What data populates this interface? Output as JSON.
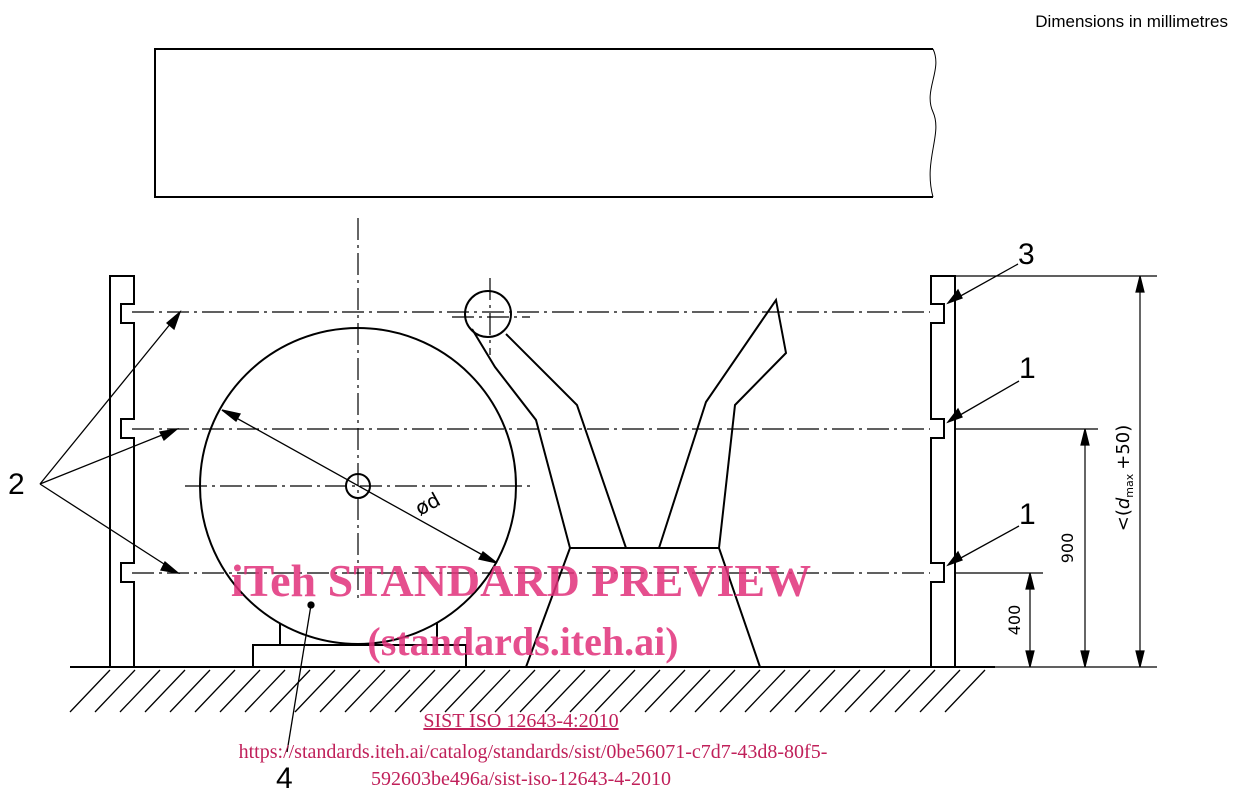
{
  "header": {
    "note": "Dimensions in millimetres"
  },
  "callouts": {
    "c1a": "1",
    "c1b": "1",
    "c2": "2",
    "c3": "3",
    "c4": "4"
  },
  "dimensions": {
    "diameter": "ød",
    "h400": "400",
    "h900": "900",
    "overall_prefix": "<(",
    "overall_var": "d",
    "overall_sub": "max",
    "overall_suffix": "+50)"
  },
  "watermark": {
    "line1": "iTeh STANDARD PREVIEW",
    "line2": "(standards.iteh.ai)",
    "doc_id": "SIST ISO 12643-4:2010",
    "url_line1": "https://standards.iteh.ai/catalog/standards/sist/0be56071-c7d7-43d8-80f5-",
    "url_line2": "592603be496a/sist-iso-12643-4-2010"
  },
  "colors": {
    "line": "#000000",
    "watermark": "#e0307a",
    "link": "#c0205a"
  }
}
